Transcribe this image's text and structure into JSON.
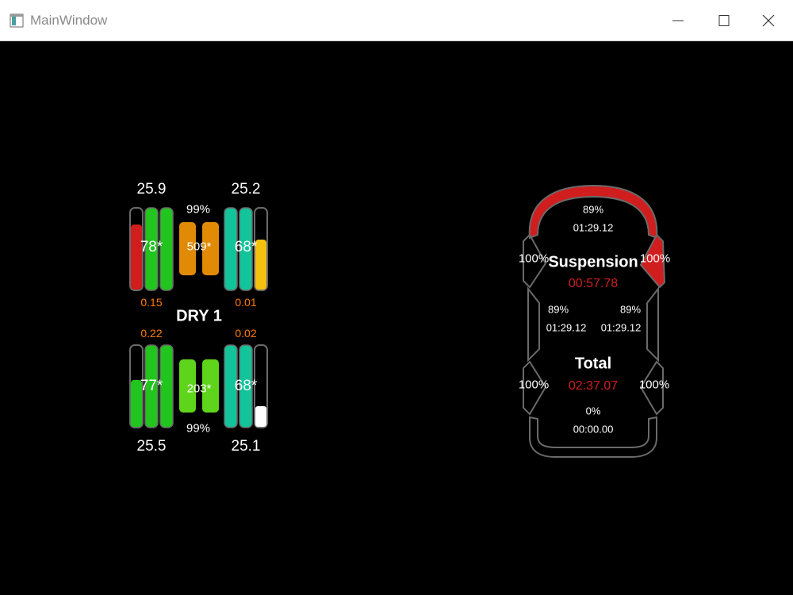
{
  "window": {
    "title": "MainWindow"
  },
  "tyres": {
    "front_left": {
      "surface_temp": "25.9",
      "core_temp": "78*",
      "pressure_delta": "0.15"
    },
    "front_right": {
      "surface_temp": "25.2",
      "core_temp": "68*",
      "pressure_delta": "0.01"
    },
    "rear_left": {
      "surface_temp": "25.5",
      "core_temp": "77*",
      "pressure_delta": "0.22"
    },
    "rear_right": {
      "surface_temp": "25.1",
      "core_temp": "68*",
      "pressure_delta": "0.02"
    }
  },
  "brakes": {
    "front": {
      "temp_left": "509*",
      "wear": "99%"
    },
    "rear": {
      "temp_left": "203*",
      "wear": "99%"
    }
  },
  "compound": "DRY 1",
  "damage": {
    "front_wing": {
      "percent": "89%",
      "time": "01:29.12"
    },
    "front_left_suspension": "100%",
    "front_right_suspension": "100%",
    "suspension_label": "Suspension",
    "suspension_time": "00:57.78",
    "left_body": {
      "percent": "89%",
      "time": "01:29.12"
    },
    "right_body": {
      "percent": "89%",
      "time": "01:29.12"
    },
    "total_label": "Total",
    "total_time": "02:37.07",
    "rear_left_suspension": "100%",
    "rear_right_suspension": "100%",
    "rear_wing": {
      "percent": "0%",
      "time": "00:00.00"
    }
  },
  "colors": {
    "green": "#22c41e",
    "teal": "#12c49a",
    "orange": "#e08a06",
    "lime": "#5ed41a",
    "red": "#d01e1e",
    "yellow": "#f4c20e",
    "white": "#ffffff",
    "outline": "#6a6a6a"
  },
  "levels": {
    "front_left_gauge": 0.8,
    "front_right_gauge": 0.62,
    "rear_left_gauge": 0.58,
    "rear_right_gauge": 0.25
  }
}
